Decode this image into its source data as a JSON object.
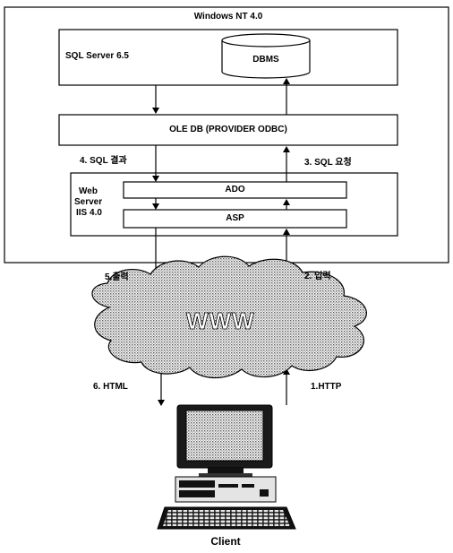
{
  "os": {
    "title": "Windows NT 4.0"
  },
  "sql_server": {
    "label": "SQL Server 6.5"
  },
  "dbms": {
    "label": "DBMS"
  },
  "oledb": {
    "label": "OLE DB (PROVIDER ODBC)"
  },
  "web_server": {
    "line1": "Web",
    "line2": "Server",
    "line3": "IIS 4.0"
  },
  "ado": {
    "label": "ADO"
  },
  "asp": {
    "label": "ASP"
  },
  "cloud": {
    "label": "WWW"
  },
  "client": {
    "label": "Client"
  },
  "flows": {
    "sql_result": "4. SQL 결과",
    "sql_request": "3. SQL 요청",
    "output": "5.출력",
    "input": "2. 입력",
    "html": "6. HTML",
    "http": "1.HTTP"
  }
}
